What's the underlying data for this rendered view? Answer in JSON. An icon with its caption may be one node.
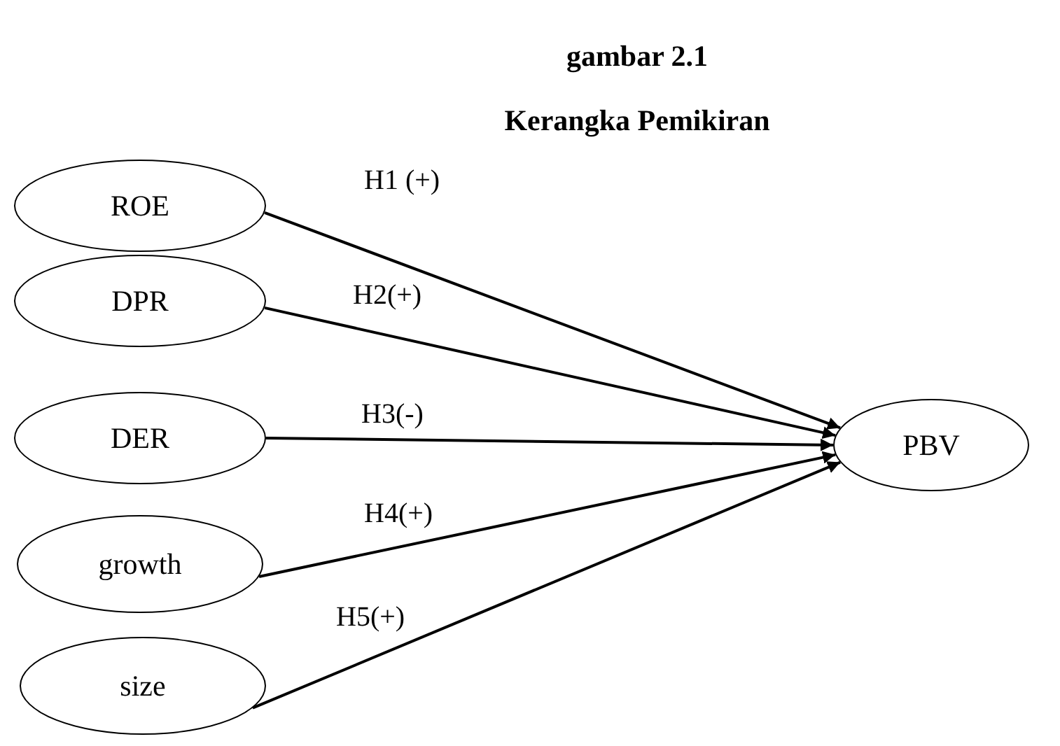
{
  "diagram": {
    "title": "gambar 2.1",
    "caption": "Kerangka Pemikiran",
    "nodes": [
      {
        "text": [
          "ROE"
        ]
      },
      {
        "text": [
          "DPR"
        ]
      },
      {
        "text": [
          "DER"
        ]
      },
      {
        "text": [
          "growth"
        ]
      },
      {
        "text": [
          "size"
        ]
      },
      {
        "text": [
          "PBV"
        ]
      }
    ],
    "edges": [
      {
        "from": 0,
        "to": 5,
        "arrow": "to",
        "label": "H1 (+)"
      },
      {
        "from": 1,
        "to": 5,
        "arrow": "to",
        "label": "H2(+)"
      },
      {
        "from": 2,
        "to": 5,
        "arrow": "to",
        "label": "H3(-)"
      },
      {
        "from": 3,
        "to": 5,
        "arrow": "to",
        "label": "H4(+)"
      },
      {
        "from": 4,
        "to": 5,
        "arrow": "to",
        "label": "H5(+)"
      }
    ]
  }
}
